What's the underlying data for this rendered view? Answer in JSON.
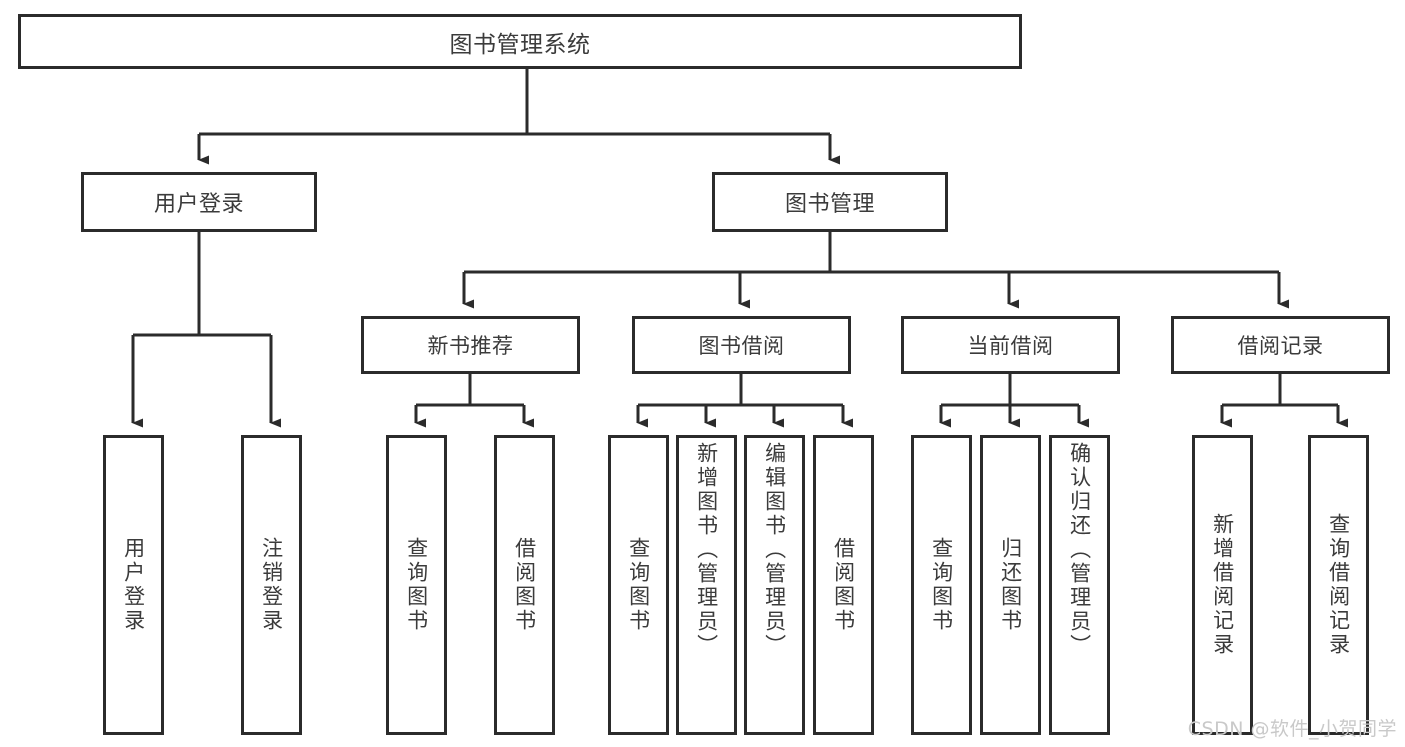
{
  "diagram": {
    "type": "tree-hierarchy",
    "title": "图书管理系统",
    "root": {
      "id": "root",
      "label": "图书管理系统"
    },
    "level2": [
      {
        "id": "user-login",
        "label": "用户登录"
      },
      {
        "id": "book-management",
        "label": "图书管理"
      }
    ],
    "level3": [
      {
        "id": "new-book-recommend",
        "label": "新书推荐"
      },
      {
        "id": "book-borrow",
        "label": "图书借阅"
      },
      {
        "id": "current-borrow",
        "label": "当前借阅"
      },
      {
        "id": "borrow-record",
        "label": "借阅记录"
      }
    ],
    "leaves": [
      {
        "id": "leaf-user-login",
        "label": "用户登录",
        "parent": "user-login"
      },
      {
        "id": "leaf-logout-login",
        "label": "注销登录",
        "parent": "user-login"
      },
      {
        "id": "leaf-query-book-1",
        "label": "查询图书",
        "parent": "new-book-recommend"
      },
      {
        "id": "leaf-borrow-book-1",
        "label": "借阅图书",
        "parent": "new-book-recommend"
      },
      {
        "id": "leaf-query-book-2",
        "label": "查询图书",
        "parent": "book-borrow"
      },
      {
        "id": "leaf-add-book",
        "label": "新增图书（管理员）",
        "parent": "book-borrow"
      },
      {
        "id": "leaf-edit-book",
        "label": "编辑图书（管理员）",
        "parent": "book-borrow"
      },
      {
        "id": "leaf-borrow-book-2",
        "label": "借阅图书",
        "parent": "book-borrow"
      },
      {
        "id": "leaf-query-book-3",
        "label": "查询图书",
        "parent": "current-borrow"
      },
      {
        "id": "leaf-return-book",
        "label": "归还图书",
        "parent": "current-borrow"
      },
      {
        "id": "leaf-confirm-return",
        "label": "确认归还（管理员）",
        "parent": "current-borrow"
      },
      {
        "id": "leaf-add-record",
        "label": "新增借阅记录",
        "parent": "borrow-record"
      },
      {
        "id": "leaf-query-record",
        "label": "查询借阅记录",
        "parent": "borrow-record"
      }
    ]
  },
  "watermark": {
    "text": "CSDN @软件_小贺同学"
  },
  "colors": {
    "border": "#2b2b2b",
    "text": "#3b3b3b",
    "background": "#ffffff",
    "watermark": "#c9c9c9"
  }
}
